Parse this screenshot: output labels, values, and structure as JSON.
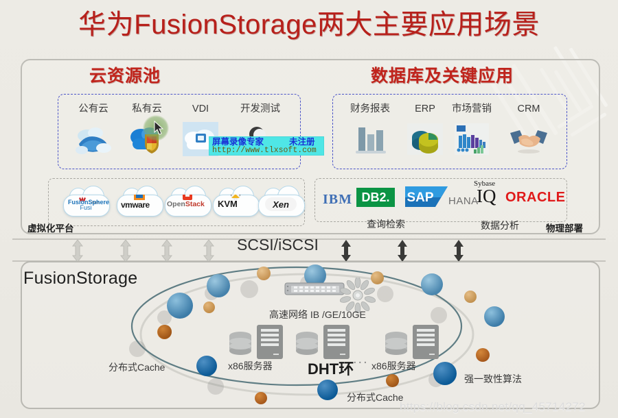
{
  "title": "华为FusionStorage两大主要应用场景",
  "sections": {
    "left": {
      "heading": "云资源池",
      "apps": [
        {
          "label": "公有云",
          "icon": "public-cloud-icon"
        },
        {
          "label": "私有云",
          "icon": "private-cloud-shield-icon"
        },
        {
          "label": "VDI",
          "icon": "vdi-cloud-monitor-icon"
        },
        {
          "label": "开发测试",
          "icon": "dev-test-icon"
        }
      ],
      "platform_label": "虚拟化平台",
      "platforms": [
        {
          "name": "FusionSphere"
        },
        {
          "name": "vmware"
        },
        {
          "name": "OpenStack"
        },
        {
          "name": "KVM"
        },
        {
          "name": "Xen"
        }
      ]
    },
    "right": {
      "heading": "数据库及关键应用",
      "apps": [
        {
          "label": "财务报表",
          "icon": "bar-chart-icon"
        },
        {
          "label": "ERP",
          "icon": "pie-chart-icon"
        },
        {
          "label": "市场营销",
          "icon": "column-chart-icon"
        },
        {
          "label": "CRM",
          "icon": "handshake-icon"
        }
      ],
      "databases": [
        {
          "name": "IBM"
        },
        {
          "name": "DB2."
        },
        {
          "name": "SAP"
        },
        {
          "name": "HANA"
        },
        {
          "name": "Sybase"
        },
        {
          "name": "IQ"
        },
        {
          "name": "ORACLE"
        }
      ],
      "sub_labels": [
        "查询检索",
        "数据分析"
      ],
      "platform_label": "物理部署"
    }
  },
  "protocol": {
    "label": "SCSI/iSCSI"
  },
  "storage": {
    "title": "FusionStorage",
    "labels": {
      "network": "高速网络 IB /GE/10GE",
      "ring": "DHT环",
      "cache_left": "分布式Cache",
      "cache_bottom": "分布式Cache",
      "server_left": "x86服务器",
      "server_right": "x86服务器",
      "consistency": "强一致性算法",
      "ellipsis": "..."
    }
  },
  "watermarks": {
    "recorder_name": "屏幕录像专家",
    "recorder_status": "未注册",
    "recorder_url": "http://www.tlxsoft.com",
    "blog_url": "https://blog.csdn.net/qq_45714272"
  },
  "colors": {
    "title_red": "#b7201b",
    "section_red": "#c0241c",
    "dashed_blue": "#4a53c8",
    "node_blue": "#4a87b5",
    "node_dark_blue": "#16609e",
    "node_orange": "#c9762a",
    "background": "#eceae4"
  }
}
